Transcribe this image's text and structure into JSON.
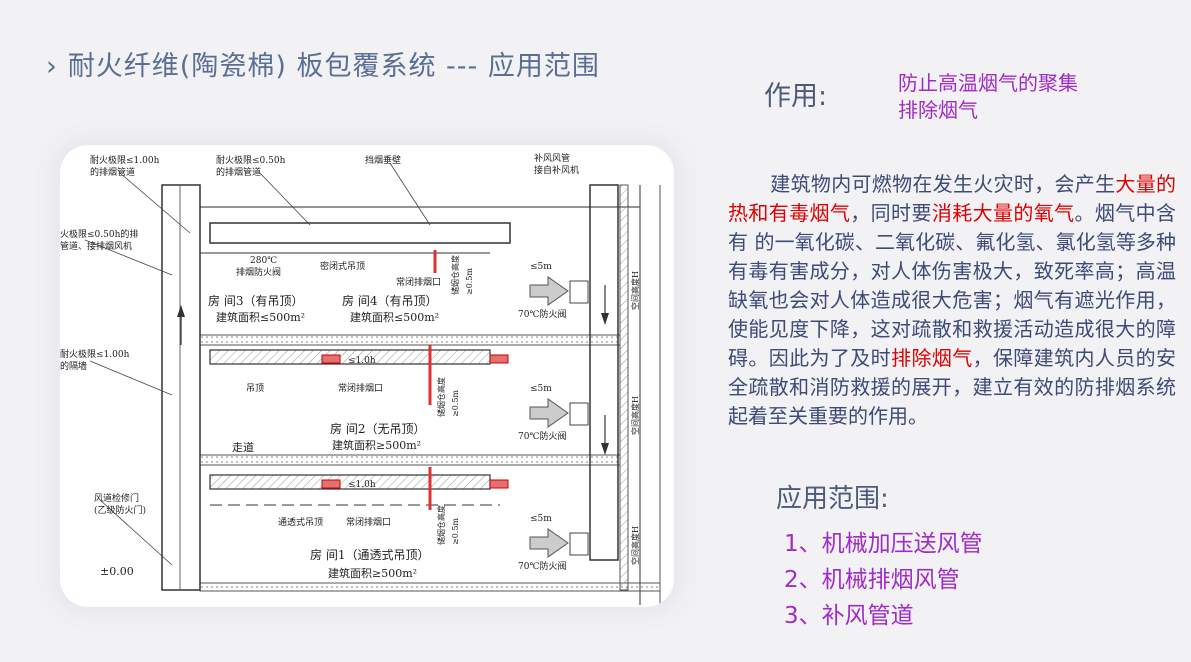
{
  "title": {
    "chevron": "›",
    "text": "耐火纤维(陶瓷棉) 板包覆系统 --- 应用范围"
  },
  "function": {
    "label": "作用:",
    "lines": [
      "防止高温烟气的聚集",
      "排除烟气"
    ]
  },
  "paragraph": {
    "s1": "建筑物内可燃物在发生火灾时，会产生",
    "r1": "大量的热和有毒烟气",
    "s2": "，同时要",
    "r2": "消耗大量的氧气",
    "s3": "。烟气中含有 的一氧化碳、二氧化碳、氟化氢、氯化氢等多种有毒有害成分，对人体伤害极大，致死率高；高温缺氧也会对人体造成很大危害；烟气有遮光作用，使能见度下降，这对疏散和救援活动造成很大的障碍。因此为了及时",
    "r3": "排除烟气",
    "s4": "，保障建筑内人员的安全疏散和消防救援的展开，建立有效的防排烟系统起着至关重要的作用。"
  },
  "scope": {
    "label": "应用范围:",
    "items": [
      "1、机械加压送风管",
      "2、机械排烟风管",
      "3、补风管道"
    ]
  },
  "diagram": {
    "l_duct1": "耐火极限≤1.00h",
    "l_duct1b": "的排烟管道",
    "l_duct2": "耐火极限≤0.50h",
    "l_duct2b": "的排烟管道",
    "l_wall": "挡烟垂壁",
    "l_supply": "补风风管",
    "l_supplyb": "接自补风机",
    "l_left1": "火极限≤0.50h的排",
    "l_left1b": "管道、接排烟风机",
    "l_damper280": "280℃",
    "l_damper280b": "排烟防火阀",
    "l_closedceil": "密闭式吊顶",
    "l_exhaust": "常闭排烟口",
    "l_depth": "储烟仓高度",
    "l_depthv": "≥0.5m",
    "l_lt5": "≤5m",
    "l_damper70": "70℃防火阀",
    "l_height": "空间高度H",
    "room3": "房  间3（有吊顶）",
    "room3a": "建筑面积≤500m²",
    "room4": "房  间4（有吊顶）",
    "room4a": "建筑面积≤500m²",
    "l_wall2": "耐火极限≤1.00h",
    "l_wall2b": "的隔墙",
    "l_ceil": "吊顶",
    "l_lt1": "≤1.0h",
    "room2": "房  间2（无吊顶）",
    "room2a": "建筑面积≥500m²",
    "l_corridor": "走道",
    "l_door": "风道检修门",
    "l_doorb": "(乙级防火门)",
    "l_openceil": "通透式吊顶",
    "room1": "房  间1（通透式吊顶）",
    "room1a": "建筑面积≥500m²",
    "l_zero": "±0.00"
  }
}
